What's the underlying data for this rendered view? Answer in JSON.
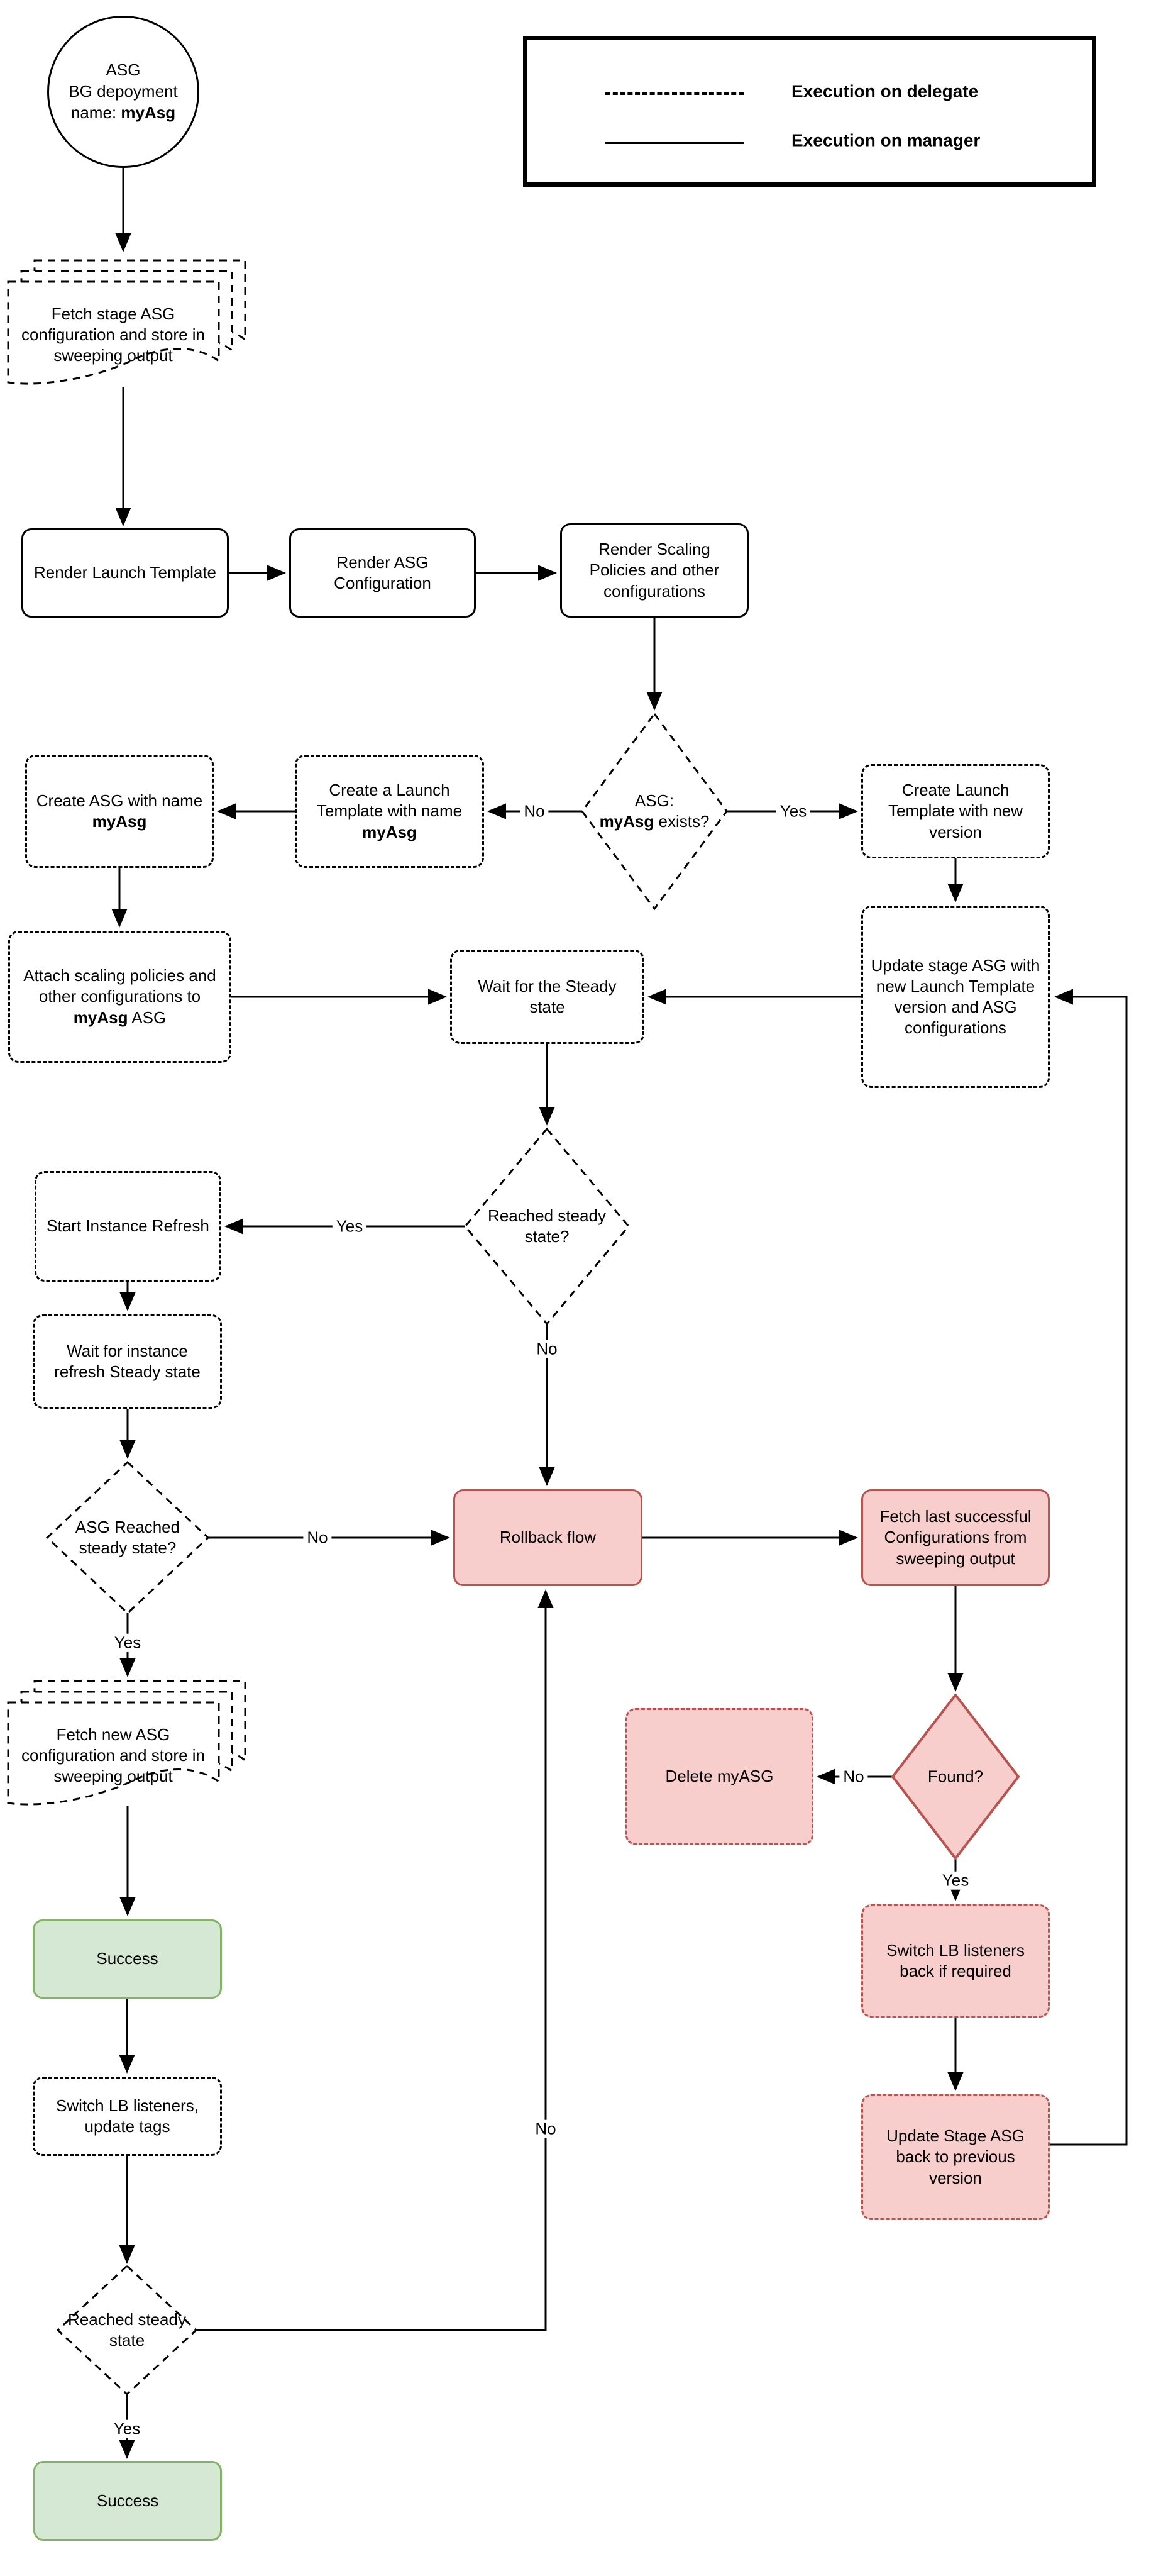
{
  "legend": {
    "items": [
      {
        "style": "dashed",
        "label": "Execution on delegate"
      },
      {
        "style": "solid",
        "label": "Execution on manager"
      }
    ]
  },
  "colors": {
    "line": "#000000",
    "rollback_fill": "#f8cecc",
    "rollback_border": "#b85450",
    "success_fill": "#d5e8d4",
    "success_border": "#82b366"
  },
  "labels": {
    "yes": "Yes",
    "no": "No"
  },
  "nodes": {
    "start": {
      "l1": "ASG",
      "l2": "BG depoyment",
      "l3a": "name: ",
      "l3b": "myAsg"
    },
    "fetch_stage": {
      "text": "Fetch stage ASG configuration and store in sweeping output"
    },
    "render_launch": {
      "text": "Render Launch Template"
    },
    "render_config": {
      "text": "Render ASG Configuration"
    },
    "render_scaling": {
      "text": "Render Scaling Policies and other configurations"
    },
    "asg_exists": {
      "l1": "ASG:",
      "bold": "myAsg",
      "rest": " exists?"
    },
    "create_launch_myasg": {
      "pre": "Create a Launch Template with name ",
      "bold": "myAsg"
    },
    "create_asg": {
      "pre": "Create ASG with name ",
      "bold": "myAsg"
    },
    "attach_scaling": {
      "pre": "Attach scaling policies and other configurations to ",
      "bold": "myAsg",
      "suf": " ASG"
    },
    "wait_steady": {
      "text": "Wait for the Steady state"
    },
    "create_launch_new": {
      "text": "Create Launch Template with new version"
    },
    "update_stage": {
      "text": "Update stage ASG with new Launch Template version and ASG configurations"
    },
    "reached_steady_1": {
      "text": "Reached steady state?"
    },
    "start_refresh": {
      "text": "Start Instance Refresh"
    },
    "wait_refresh": {
      "text": "Wait for instance refresh Steady state"
    },
    "asg_reached": {
      "text": "ASG Reached steady state?"
    },
    "rollback": {
      "text": "Rollback flow"
    },
    "fetch_last": {
      "text": "Fetch last successful Configurations from sweeping output"
    },
    "found": {
      "text": "Found?"
    },
    "delete_myasg": {
      "text": "Delete myASG"
    },
    "switch_lb_back": {
      "text": "Switch LB listeners back if required"
    },
    "update_back_prev": {
      "text": "Update Stage ASG back to previous version"
    },
    "fetch_new": {
      "text": "Fetch new ASG configuration and store in sweeping output"
    },
    "success_1": {
      "text": "Success"
    },
    "switch_lb": {
      "text": "Switch LB listeners, update tags"
    },
    "reached_steady_2": {
      "text": "Reached steady state"
    },
    "success_2": {
      "text": "Success"
    }
  }
}
